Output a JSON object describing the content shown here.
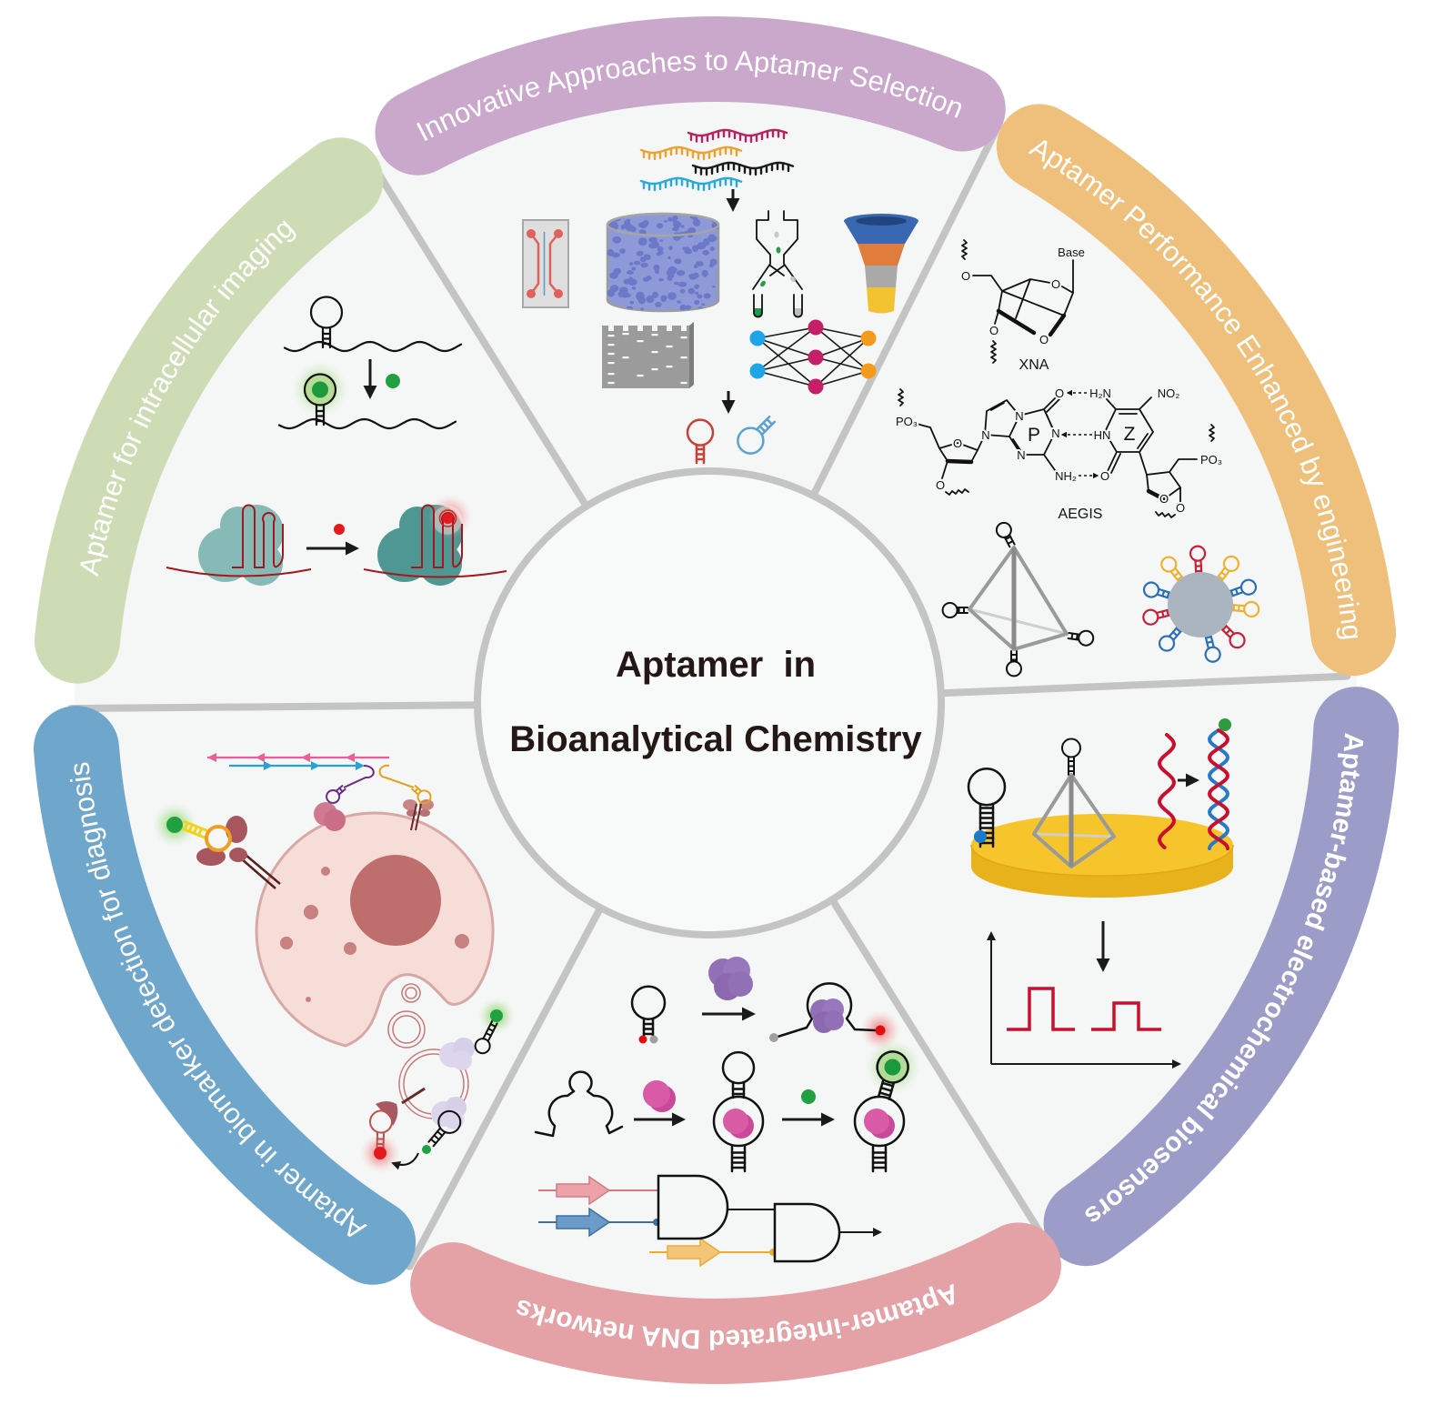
{
  "title": {
    "line1": "Aptamer  in",
    "line2": "Bioanalytical Chemistry"
  },
  "sections": [
    {
      "key": "selection",
      "label": "Innovative Approaches to Aptamer Selection",
      "color": "#c9a8cb"
    },
    {
      "key": "engineering",
      "label": "Aptamer Performance Enhanced by engineering",
      "color": "#eec07b"
    },
    {
      "key": "electrochemical",
      "label": "Aptamer-based electrochemical biosensors",
      "color": "#9b9cc8"
    },
    {
      "key": "dna_networks",
      "label": "Aptamer-integrated DNA networks",
      "color": "#e5a2a6"
    },
    {
      "key": "diagnosis",
      "label": "Aptamer in biomarker detection for diagnosis",
      "color": "#6fa6cc"
    },
    {
      "key": "imaging",
      "label": "Aptamer for intracellular imaging",
      "color": "#cedcb6"
    }
  ],
  "chemistry": {
    "xna": {
      "base": "Base",
      "oxygen": "O",
      "name": "XNA"
    },
    "aegis": {
      "name": "AEGIS",
      "base_p": "P",
      "base_z": "Z",
      "nitrogen": "N",
      "hn": "HN",
      "h2n": "H₂N",
      "nh2": "NH₂",
      "no2": "NO₂",
      "po3": "PO₃",
      "oxygen": "O"
    }
  },
  "nanoparticle_aptamer_colors": [
    "red",
    "yellow",
    "blue",
    "yellow",
    "red",
    "blue",
    "blue",
    "red",
    "blue",
    "yellow"
  ],
  "colors": {
    "wheel_background": "#f5f6f6",
    "hub_fill": "#f8f9f9",
    "hub_border": "#c4c4c4",
    "divider": "#c4c4c4",
    "title_text": "#231815",
    "strand_magenta": "#b8225f",
    "strand_orange": "#f0a12c",
    "strand_black": "#1a1a1a",
    "strand_cyan": "#29a8e0",
    "pore": "#6c78c8",
    "hydrogel": "#8e9ad8",
    "nn_input": "#1ea4e9",
    "nn_hidden": "#c41f68",
    "nn_output": "#f59b1b",
    "aptamer_red": "#c94038",
    "aptamer_blue": "#5aa2d2",
    "nanoparticle": "#aab5c0",
    "np_red": "#c8203a",
    "np_yellow": "#f0b12e",
    "np_blue": "#2a6fb8",
    "electrode_gold": "#f6c52c",
    "electrode_side": "#e8b21c",
    "signal_red": "#c8102e",
    "helix_blue": "#2a79c6",
    "fluor_green": "#20a040",
    "fluor_red": "#e3191b",
    "cell_fill": "#f6ddd7",
    "cell_border": "#d6a8a6",
    "nucleus": "#bf6e6e",
    "protein_purple": "#9270b6",
    "protein_pink": "#d95ba5",
    "teal_light": "#81b7b3",
    "teal_dark": "#4f9792",
    "rna_red": "#a3181e"
  }
}
